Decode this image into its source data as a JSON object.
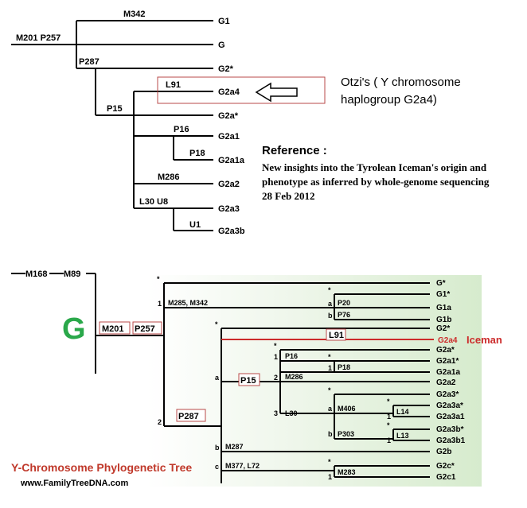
{
  "tree1": {
    "root_label": "M201  P257",
    "branch_labels": {
      "m342": "M342",
      "p287": "P287",
      "p15": "P15",
      "l91": "L91",
      "p16": "P16",
      "p18": "P18",
      "m286": "M286",
      "l30_u8": "L30 U8",
      "u1": "U1"
    },
    "leaves": [
      "G1",
      "G",
      "G2*",
      "G2a4",
      "G2a*",
      "G2a1",
      "G2a1a",
      "G2a2",
      "G2a3",
      "G2a3b"
    ],
    "callout": "Otzi's ( Y chromosome haplogroup G2a4)",
    "callout_line1": "Otzi's ( Y chromosome",
    "callout_line2": "haplogroup G2a4)",
    "reference_title": "Reference :",
    "reference_line1": "New insights into the Tyrolean Iceman's origin and",
    "reference_line2": "phenotype as inferred by whole-genome sequencing",
    "reference_date": "28 Feb 2012"
  },
  "tree2": {
    "root_label": "—M168—M89",
    "root_m168": "M168",
    "root_m89": "M89",
    "big_letter": "G",
    "boxed_labels": {
      "m201": "M201",
      "p257": "P257",
      "p287": "P287",
      "p15": "P15",
      "l91": "L91"
    },
    "branch_labels": {
      "m285_m342": "M285, M342",
      "p20": "P20",
      "p76": "P76",
      "p16": "P16",
      "p18": "P18",
      "m286": "M286",
      "l30": "L30",
      "m406": "M406",
      "l14": "L14",
      "p303": "P303",
      "l13": "L13",
      "m287": "M287",
      "m377_l72": "M377, L72",
      "m283": "M283"
    },
    "node_marks": {
      "star": "*",
      "one": "1",
      "two": "2",
      "three": "3",
      "a": "a",
      "b": "b",
      "c": "c"
    },
    "leaves": [
      "G*",
      "G1*",
      "G1a",
      "G1b",
      "G2*",
      "G2a4",
      "G2a*",
      "G2a1*",
      "G2a1a",
      "G2a2",
      "G2a3*",
      "G2a3a*",
      "G2a3a1",
      "G2a3b*",
      "G2a3b1",
      "G2b",
      "G2c*",
      "G2c1"
    ],
    "iceman_label": "Iceman",
    "footer_title": "Y-Chromosome Phylogenetic Tree",
    "footer_site": "www.FamilyTreeDNA.com"
  },
  "colors": {
    "line": "#000000",
    "red": "#cc2b2b",
    "box_border": "#b94a48",
    "green_g": "#2aa84a",
    "panel_green": "#d9ecd2",
    "footer_red": "#c0392b"
  }
}
